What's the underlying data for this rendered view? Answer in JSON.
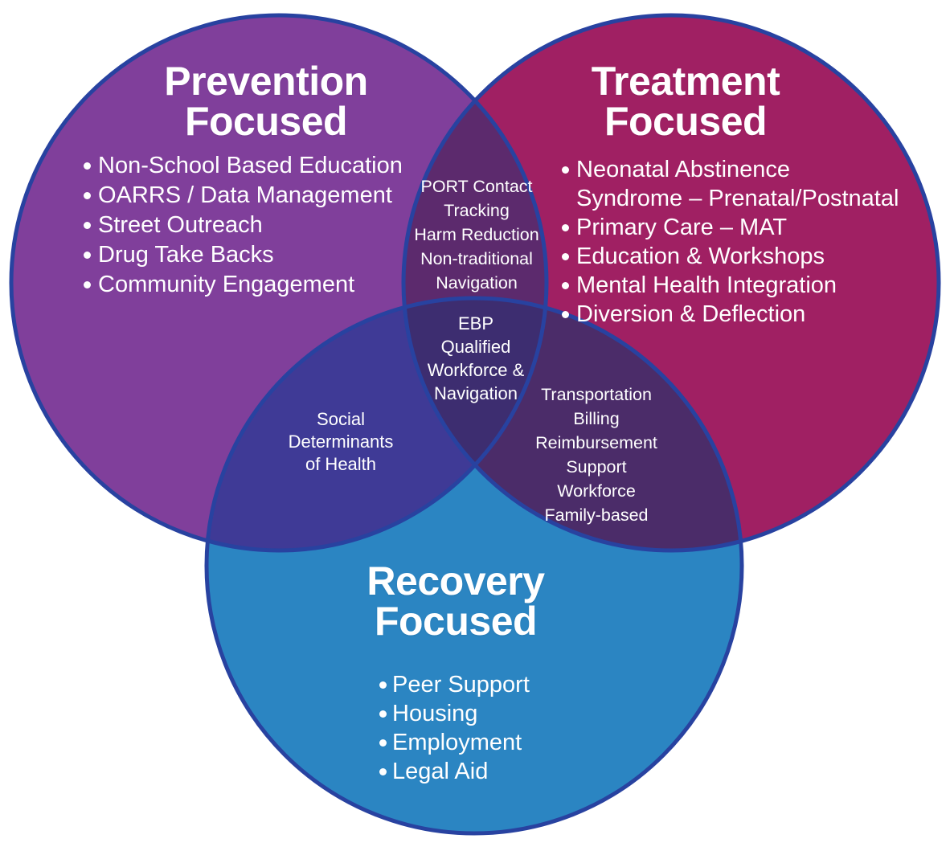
{
  "venn": {
    "outline_color": "#2842a0",
    "circles": [
      {
        "name": "Prevention Focused",
        "title_lines": [
          "Prevention",
          "Focused"
        ],
        "color": "#803f9b",
        "items": [
          "Non-School Based Education",
          "OARRS / Data Management",
          "Street Outreach",
          "Drug Take Backs",
          "Community Engagement"
        ]
      },
      {
        "name": "Treatment Focused",
        "title_lines": [
          "Treatment",
          "Focused"
        ],
        "color": "#a02063",
        "items": [
          "Neonatal Abstinence\nSyndrome – Prenatal/Postnatal",
          "Primary Care – MAT",
          "Education & Workshops",
          "Mental Health Integration",
          "Diversion & Deflection"
        ]
      },
      {
        "name": "Recovery Focused",
        "title_lines": [
          "Recovery",
          "Focused"
        ],
        "color": "#2b85c2",
        "items": [
          "Peer Support",
          "Housing",
          "Employment",
          "Legal Aid"
        ]
      }
    ],
    "overlaps": {
      "prevention_treatment": {
        "color": "#5c2a6d",
        "items": [
          "PORT Contact\nTracking",
          "Harm Reduction",
          "Non-traditional\nNavigation"
        ]
      },
      "prevention_recovery": {
        "color": "#3f3a96",
        "items": [
          "Social\nDeterminants\nof Health"
        ]
      },
      "treatment_recovery": {
        "color": "#4b2c69",
        "items": [
          "Transportation",
          "Billing",
          "Reimbursement",
          "Support",
          "Workforce",
          "Family-based"
        ]
      },
      "center": {
        "color": "#3d2d70",
        "items": [
          "EBP",
          "Qualified\nWorkforce &\nNavigation"
        ]
      }
    }
  }
}
